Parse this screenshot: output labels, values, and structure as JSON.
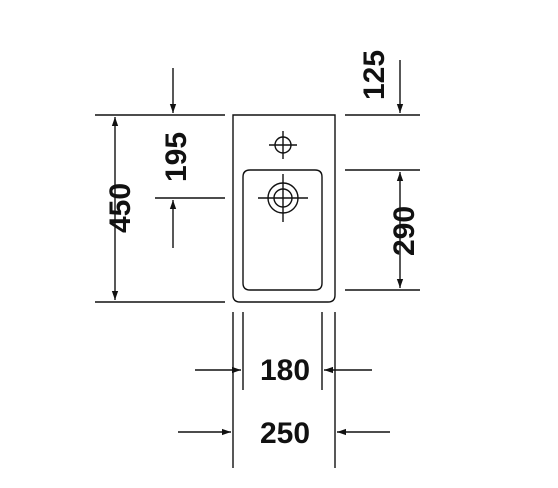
{
  "dimensions": {
    "top_offset": "125",
    "tap_hole_offset": "195",
    "total_depth": "450",
    "bowl_depth": "290",
    "bowl_width": "180",
    "total_width": "250"
  },
  "colors": {
    "line": "#111111",
    "background": "#ffffff"
  },
  "icons": {
    "tap_hole": "crosshair-circle",
    "drain": "crosshair-double-circle",
    "arrows": "dimension-arrowheads"
  }
}
